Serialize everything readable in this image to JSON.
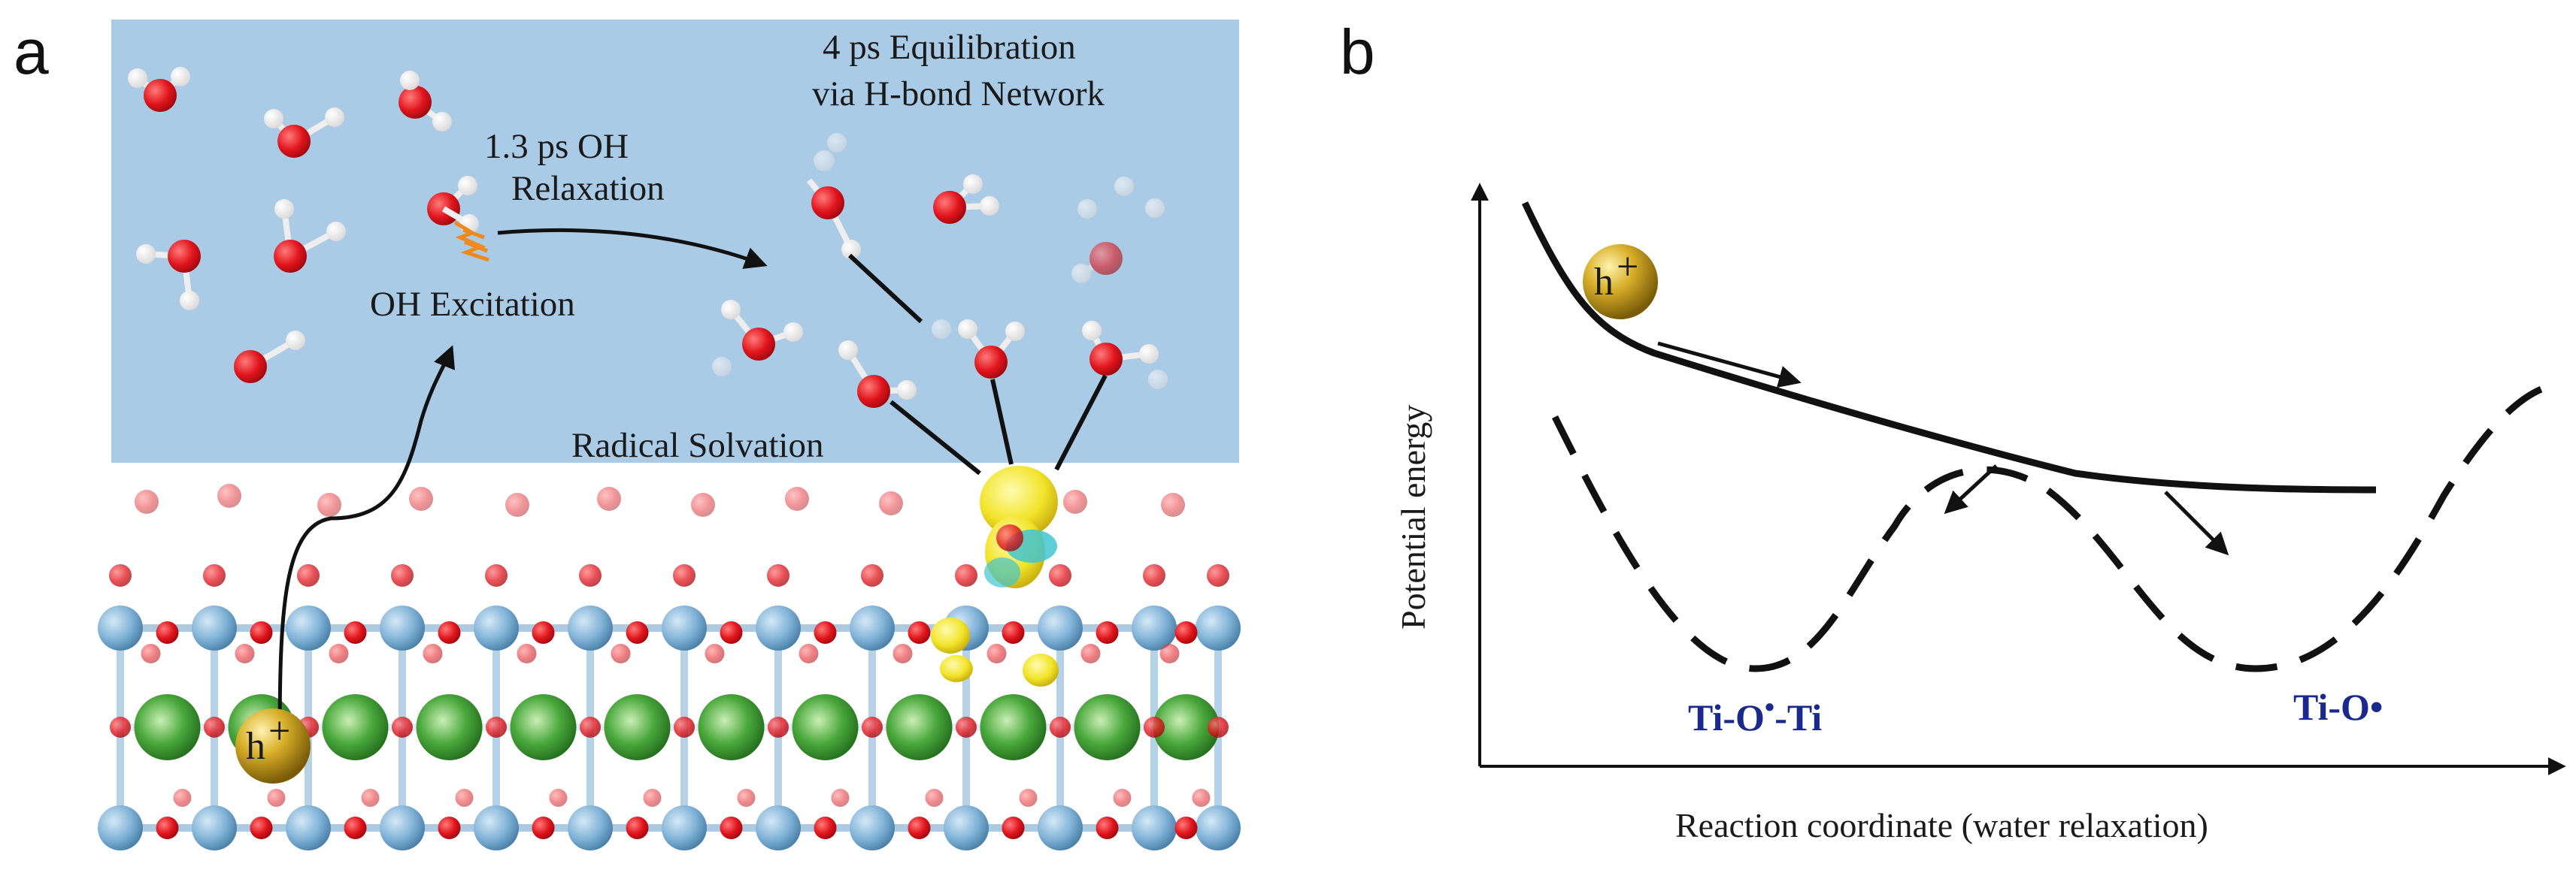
{
  "panel_a": {
    "letter": "a",
    "labels": {
      "equilibration_line1": "4 ps  Equilibration",
      "equilibration_line2": "via H-bond Network",
      "relaxation_line1": "1.3 ps  OH",
      "relaxation_line2": "Relaxation",
      "excitation": "OH Excitation",
      "solvation": "Radical Solvation",
      "hole": "h",
      "hole_charge": "+"
    },
    "colors": {
      "water_background": "#a9cbe6",
      "oxygen": "#e0141c",
      "titanium": "#7fb1d6",
      "strontium": "#4aa83c",
      "hole": "#c9a21a",
      "spin_density": "#f2e42a",
      "spin_density_neg": "#41c4cf",
      "excitation_mark": "#f08a1e"
    }
  },
  "panel_b": {
    "letter": "b",
    "ylabel": "Potential energy",
    "xlabel": "Reaction coordinate (water relaxation)",
    "hole": "h",
    "hole_charge": "+",
    "states": [
      {
        "prefix": "Ti-O",
        "radical": "•",
        "suffix": "-Ti"
      },
      {
        "prefix": "Ti-O",
        "radical": "•",
        "suffix": ""
      }
    ],
    "colors": {
      "state_label": "#1a2a8c",
      "curve": "#111111",
      "hole": "#c9a21a"
    }
  }
}
